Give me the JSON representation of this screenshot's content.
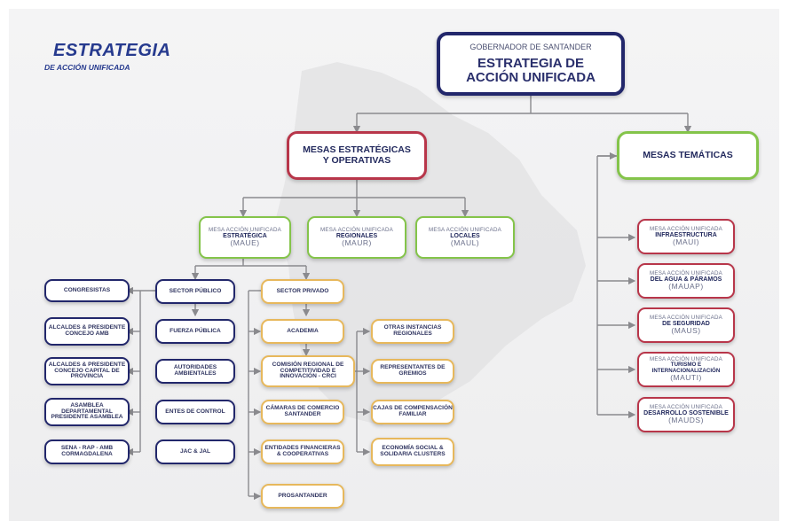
{
  "logo": {
    "main": "ESTRATEGIA",
    "sub": "DE ACCIÓN UNIFICADA"
  },
  "top": {
    "small": "GOBERNADOR DE SANTANDER",
    "big1": "ESTRATEGIA DE",
    "big2": "ACCIÓN UNIFICADA"
  },
  "mesas_estrategicas": {
    "line1": "MESAS ESTRATÉGICAS",
    "line2": "Y OPERATIVAS"
  },
  "mesas_tematicas": {
    "label": "MESAS TEMÁTICAS"
  },
  "mau_prefix": "MESA ACCIÓN UNIFICADA",
  "operativas": [
    {
      "name": "ESTRATÉGICA",
      "code": "(MAUE)"
    },
    {
      "name": "REGIONALES",
      "code": "(MAUR)"
    },
    {
      "name": "LOCALES",
      "code": "(MAUL)"
    }
  ],
  "tematicas": [
    {
      "name": "INFRAESTRUCTURA",
      "code": "(MAUI)"
    },
    {
      "name": "DEL AGUA & PÁRAMOS",
      "code": "(MAUAP)"
    },
    {
      "name": "DE SEGURIDAD",
      "code": "(MAUS)"
    },
    {
      "name": "TURISMO E INTERNACIONALIZACIÓN",
      "code": "(MAUTI)"
    },
    {
      "name": "DESARROLLO SOSTENIBLE",
      "code": "(MAUDS)"
    }
  ],
  "left_col": [
    "CONGRESISTAS",
    "ALCALDES & PRESIDENTE CONCEJO AMB",
    "ALCALDES & PRESIDENTE CONCEJO CAPITAL DE PROVINCIA",
    "ASAMBLEA DEPARTAMENTAL PRESIDENTE ASAMBLEA",
    "SENA - RAP - AMB CORMAGDALENA"
  ],
  "publico_col": [
    "SECTOR PÚBLICO",
    "FUERZA PÚBLICA",
    "AUTORIDADES AMBIENTALES",
    "ENTES DE CONTROL",
    "JAC & JAL"
  ],
  "privado_col": [
    "SECTOR PRIVADO",
    "ACADEMIA",
    "COMISIÓN REGIONAL DE COMPETITIVIDAD E INNOVACIÓN - CRCI",
    "CÁMARAS DE COMERCIO SANTANDER",
    "ENTIDADES FINANCIERAS & COOPERATIVAS",
    "PROSANTANDER"
  ],
  "otras_col": [
    "OTRAS INSTANCIAS REGIONALES",
    "REPRESENTANTES DE GREMIOS",
    "CAJAS DE COMPENSACIÓN FAMILIAR",
    "ECONOMÍA SOCIAL & SOLIDARIA CLUSTERS"
  ],
  "colors": {
    "navy": "#22276b",
    "red": "#b8364a",
    "green": "#84c44a",
    "gold": "#e7b85c",
    "line": "#8a8a8e"
  }
}
